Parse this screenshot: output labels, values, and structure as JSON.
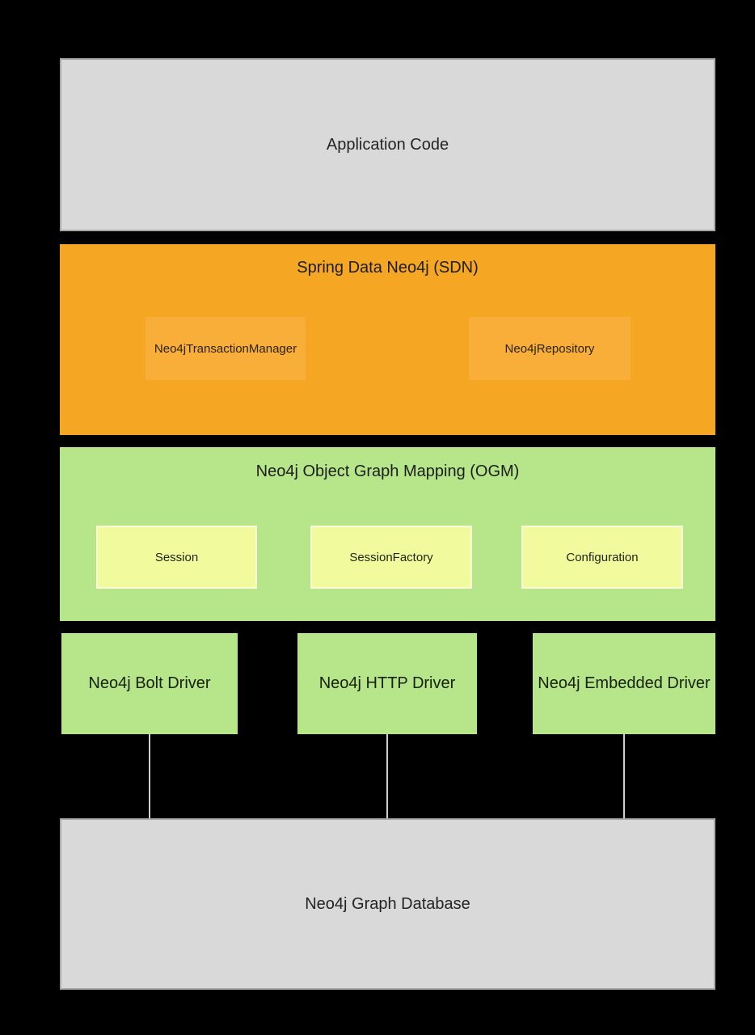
{
  "diagram": {
    "background_color": "#000000",
    "layers": {
      "application": {
        "label": "Application Code",
        "fill": "#d9d9d9"
      },
      "sdn": {
        "title": "Spring Data Neo4j (SDN)",
        "fill": "#f5a623",
        "components": [
          {
            "label": "Neo4jTransactionManager"
          },
          {
            "label": "Neo4jRepository"
          }
        ]
      },
      "ogm": {
        "title": "Neo4j Object Graph Mapping (OGM)",
        "fill": "#b7e589",
        "components": [
          {
            "label": "Session"
          },
          {
            "label": "SessionFactory"
          },
          {
            "label": "Configuration"
          }
        ]
      },
      "drivers": [
        {
          "label": "Neo4j Bolt Driver"
        },
        {
          "label": "Neo4j HTTP Driver"
        },
        {
          "label": "Neo4j Embedded Driver"
        }
      ],
      "database": {
        "label": "Neo4j Graph Database",
        "fill": "#d9d9d9"
      }
    },
    "connector_color": "#cfcfcf"
  }
}
